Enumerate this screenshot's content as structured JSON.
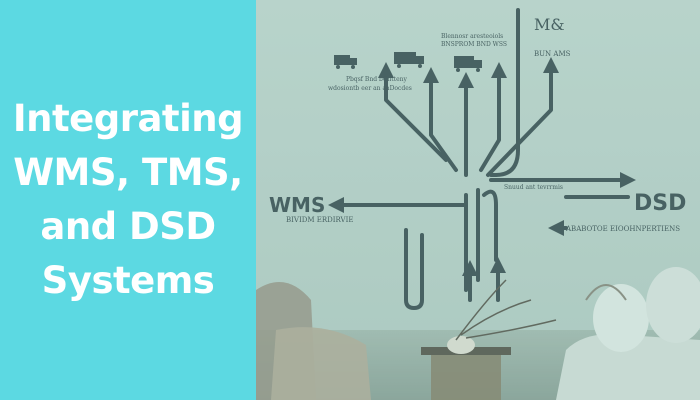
{
  "title": {
    "lines": [
      "Integrating",
      "WMS, TMS,",
      "and DSD",
      "Systems"
    ]
  },
  "diagram": {
    "left_label": "WMS",
    "right_label": "DSD",
    "top_right_label": "M&",
    "top_right_sub": "BUN AMS",
    "top_caption": "Blennosr aresteoiols",
    "top_caption_2": "BNSPROM BND WSS",
    "mid_caption_1": "Pbqsf Bnd bCntteny",
    "mid_caption_2": "wdosiontb eer an aaDocdes",
    "wms_sub": "BIVIDM ERDIRVIE",
    "center_caption": "Snuud ant tevrrmis",
    "right_sub": "ABABOTOE EIOOHNPERTIENS"
  },
  "colors": {
    "panel": "#5cd9e2",
    "wall": "#c9d6ce",
    "ink": "#3d4a4d"
  }
}
